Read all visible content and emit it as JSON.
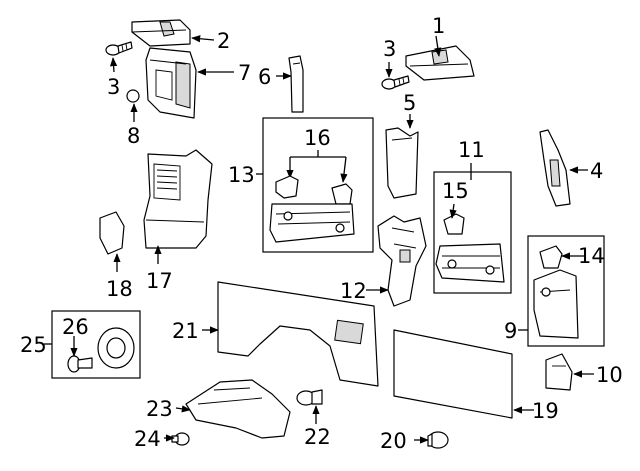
{
  "callouts": {
    "c1": "1",
    "c2": "2",
    "c3a": "3",
    "c3b": "3",
    "c4": "4",
    "c5": "5",
    "c6": "6",
    "c7": "7",
    "c8": "8",
    "c9": "9",
    "c10": "10",
    "c11": "11",
    "c12": "12",
    "c13": "13",
    "c14": "14",
    "c15": "15",
    "c16": "16",
    "c17": "17",
    "c18": "18",
    "c19": "19",
    "c20": "20",
    "c21": "21",
    "c22": "22",
    "c23": "23",
    "c24": "24",
    "c25": "25",
    "c26": "26"
  }
}
